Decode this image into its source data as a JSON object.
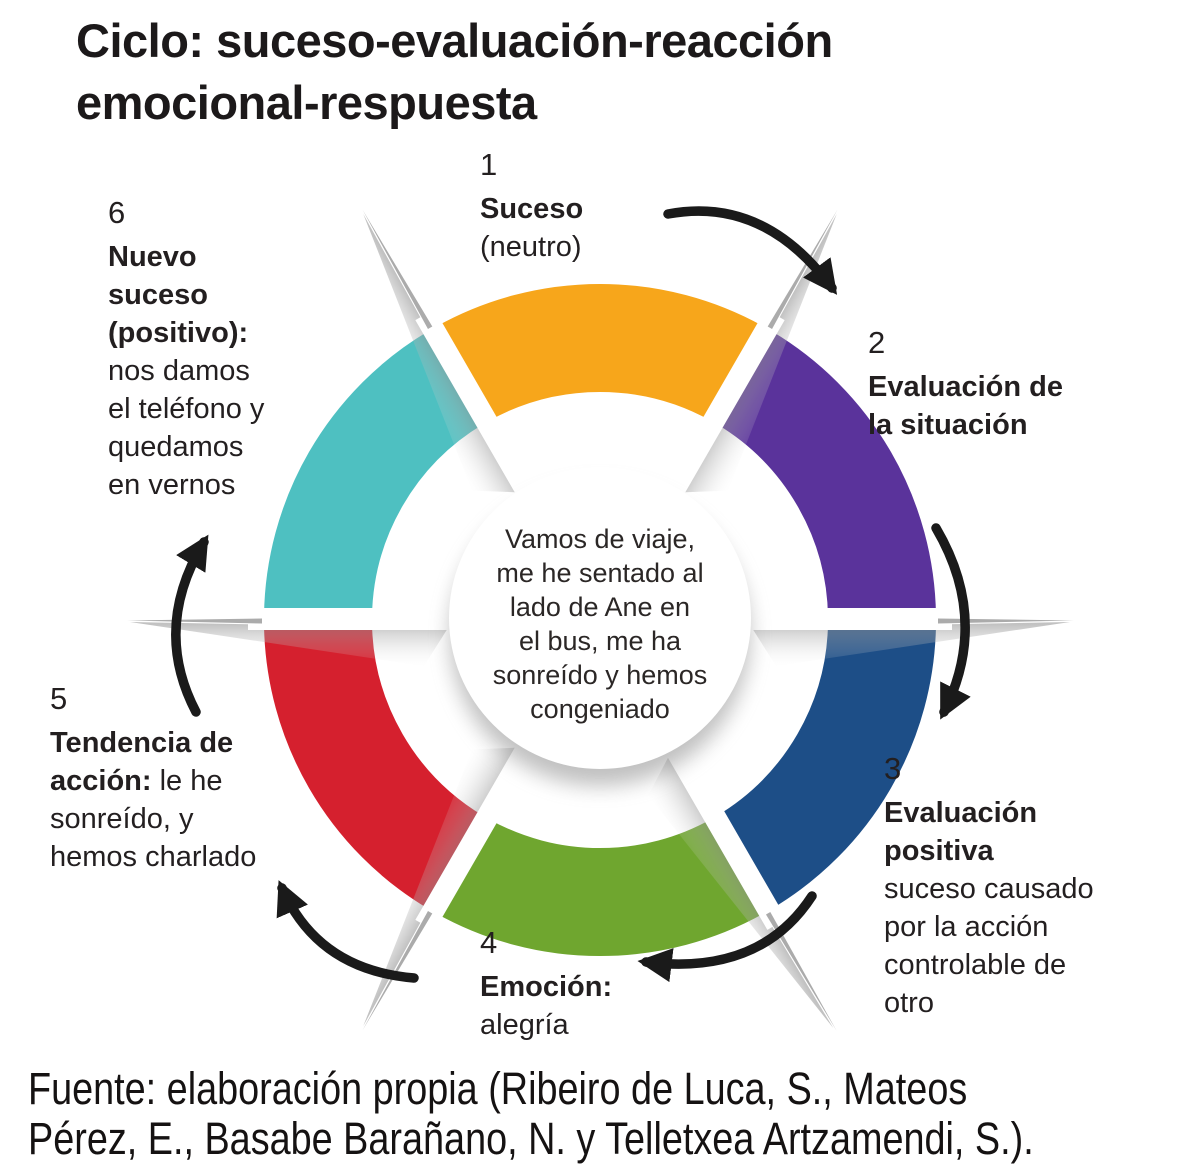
{
  "title": {
    "lines": [
      "Ciclo: suceso-evaluación-reacción",
      "emocional-respuesta"
    ]
  },
  "center": {
    "lines": [
      "Vamos de viaje,",
      "me he sentado al",
      "lado de Ane en",
      "el bus, me ha",
      "sonreído y hemos",
      "congeniado"
    ]
  },
  "steps": [
    {
      "number": "1",
      "bold": "Suceso",
      "rest": "(neutro)",
      "color": "#F7A61B"
    },
    {
      "number": "2",
      "bold_lines": [
        "Evaluación de",
        "la situación"
      ],
      "color": "#5A339B"
    },
    {
      "number": "3",
      "bold_lines": [
        "Evaluación",
        "positiva"
      ],
      "rest_lines": [
        "suceso causado",
        "por la acción",
        "controlable de",
        "otro"
      ],
      "color": "#1D4E87"
    },
    {
      "number": "4",
      "bold": "Emoción:",
      "rest": "alegría",
      "color": "#6FA62F"
    },
    {
      "number": "5",
      "bold_lines": [
        "Tendencia de",
        "acción:"
      ],
      "inline_rest": "le he",
      "rest_lines": [
        "sonreído, y",
        "hemos charlado"
      ],
      "color": "#D5202E"
    },
    {
      "number": "6",
      "bold_lines": [
        "Nuevo",
        "suceso",
        "(positivo):"
      ],
      "rest_lines": [
        "nos damos",
        "el teléfono y",
        "quedamos",
        "en vernos"
      ],
      "color": "#4EC0C1"
    }
  ],
  "arrows": {
    "color": "#1a1a1a"
  },
  "wheel": {
    "separator_line": "#ababab"
  },
  "source": {
    "lines": [
      "Fuente: elaboración propia (Ribeiro de Luca, S., Mateos",
      "Pérez, E., Basabe Barañano, N. y Telletxea Artzamendi, S.)."
    ]
  }
}
